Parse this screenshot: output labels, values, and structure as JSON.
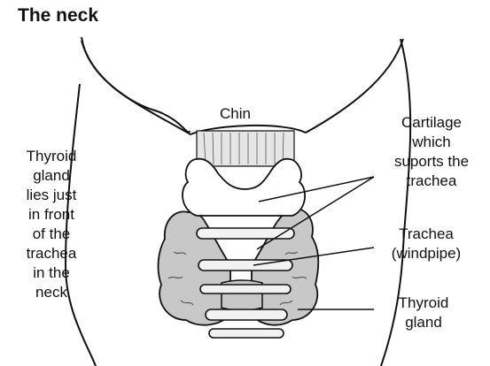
{
  "title": "The neck",
  "labels": {
    "chin": "Chin",
    "left_note": [
      "Thyroid",
      "gland",
      "lies just",
      "in front",
      "of the",
      "trachea",
      "in the",
      "neck"
    ],
    "cartilage": [
      "Cartilage",
      "which",
      "suports the",
      "trachea"
    ],
    "trachea": [
      "Trachea",
      "(windpipe)"
    ],
    "thyroid": [
      "Thyroid",
      "gland"
    ]
  },
  "colors": {
    "ink": "#111111",
    "thyroid_fill": "#c8c8c8",
    "trachea_fill": "#f2f2f2",
    "background": "#ffffff"
  }
}
